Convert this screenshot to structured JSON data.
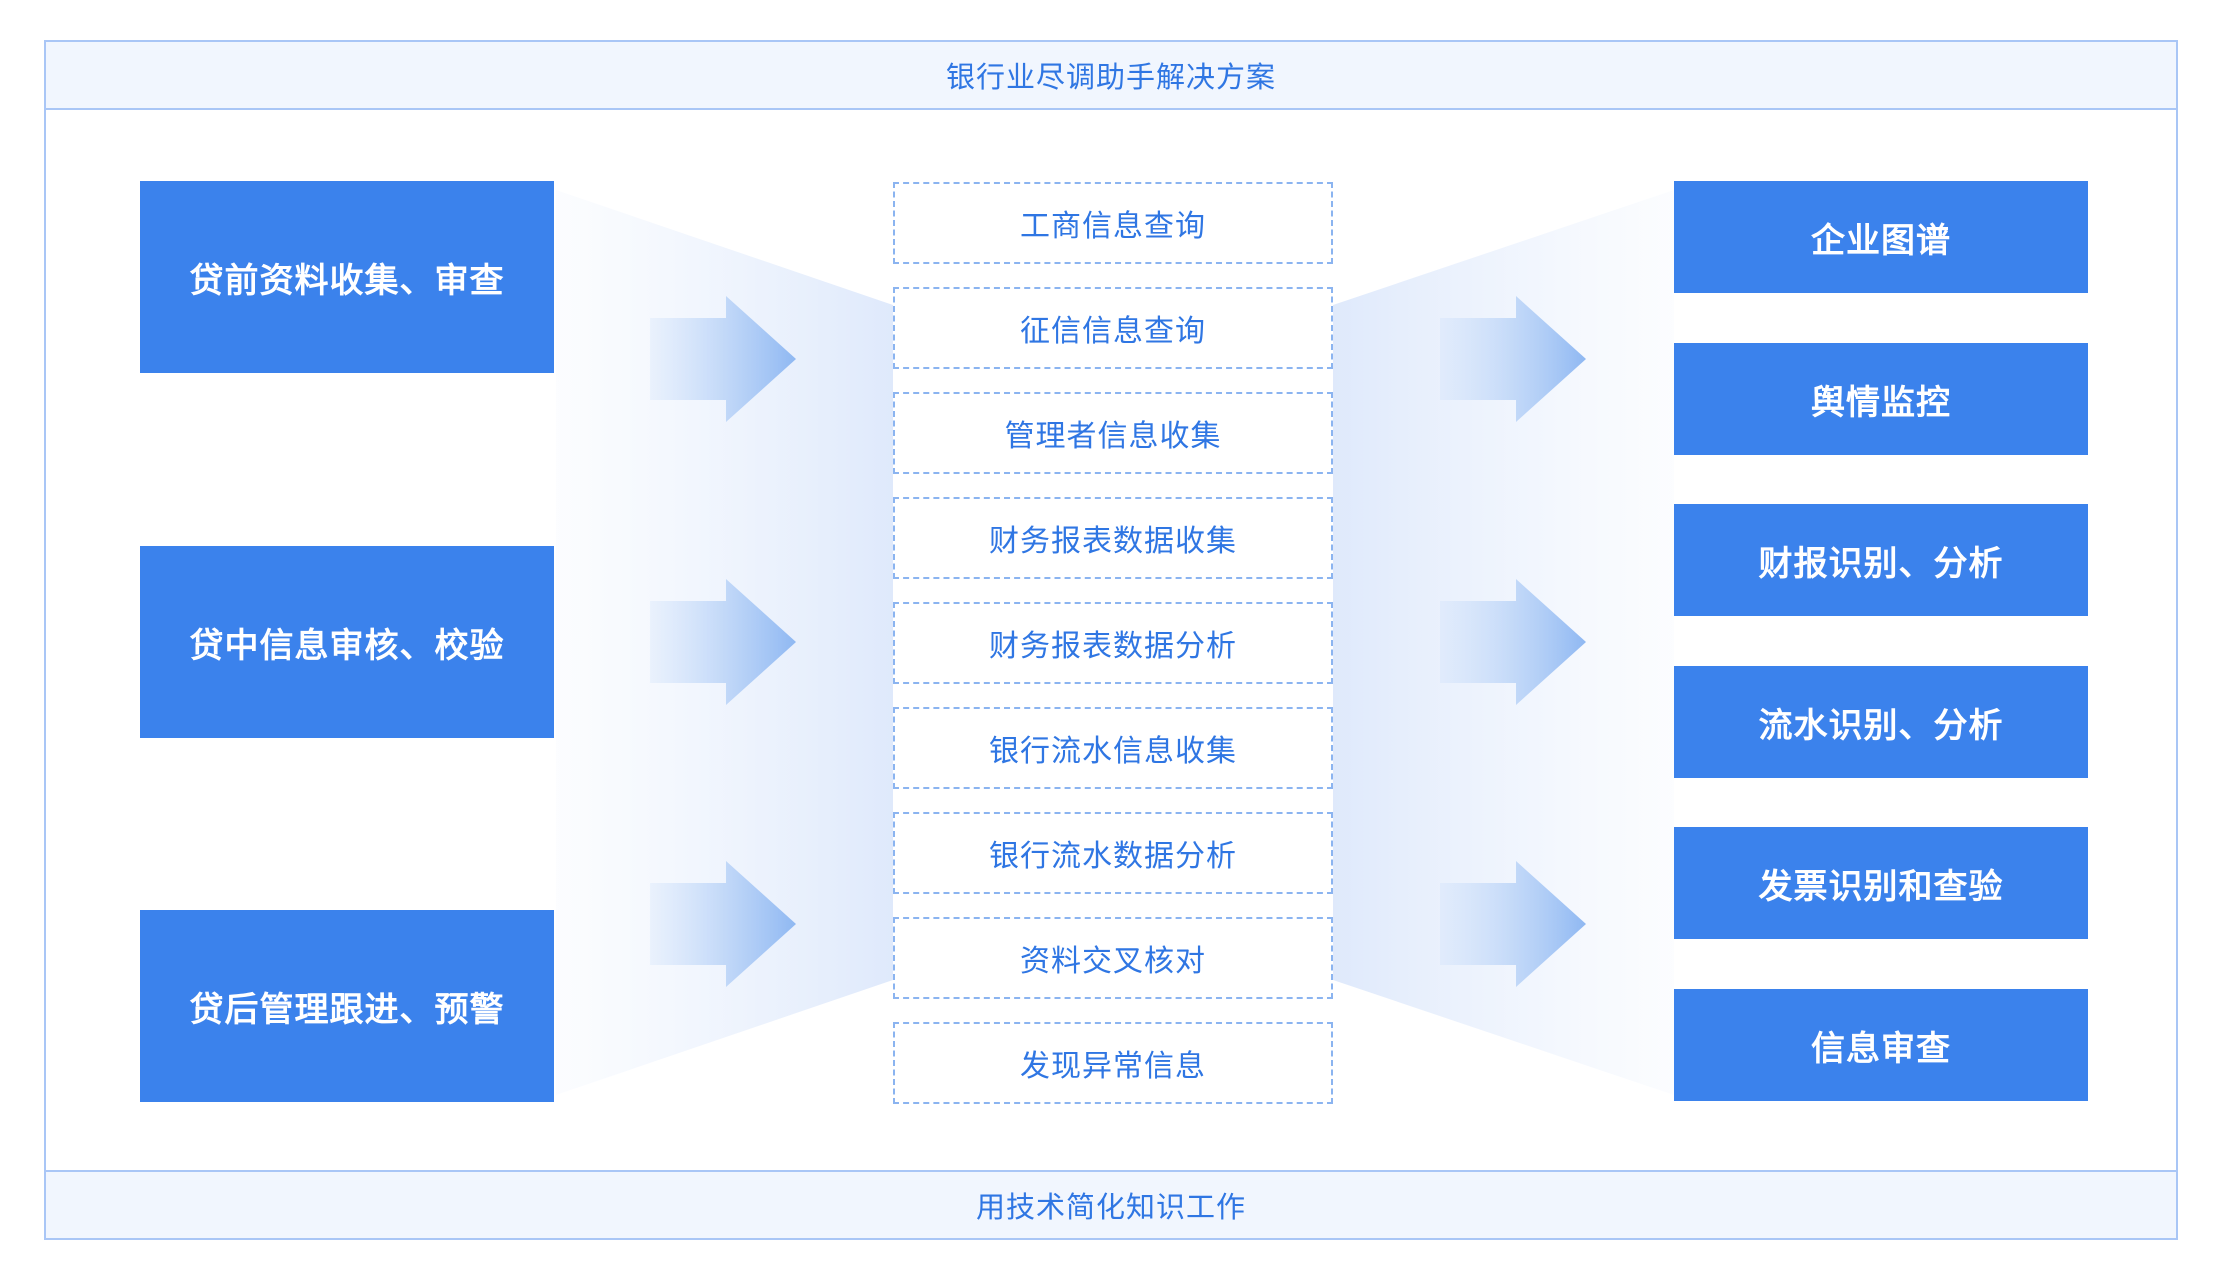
{
  "header": {
    "title": "银行业尽调助手解决方案"
  },
  "footer": {
    "title": "用技术简化知识工作"
  },
  "left": {
    "items": [
      {
        "label": "贷前资料收集、审查"
      },
      {
        "label": "贷中信息审核、校验"
      },
      {
        "label": "贷后管理跟进、预警"
      }
    ]
  },
  "middle": {
    "items": [
      {
        "label": "工商信息查询"
      },
      {
        "label": "征信信息查询"
      },
      {
        "label": "管理者信息收集"
      },
      {
        "label": "财务报表数据收集"
      },
      {
        "label": "财务报表数据分析"
      },
      {
        "label": "银行流水信息收集"
      },
      {
        "label": "银行流水数据分析"
      },
      {
        "label": "资料交叉核对"
      },
      {
        "label": "发现异常信息"
      }
    ]
  },
  "right": {
    "items": [
      {
        "label": "企业图谱"
      },
      {
        "label": "舆情监控"
      },
      {
        "label": "财报识别、分析"
      },
      {
        "label": "流水识别、分析"
      },
      {
        "label": "发票识别和查验"
      },
      {
        "label": "信息审查"
      }
    ]
  },
  "colors": {
    "accent": "#3b82ec",
    "text_blue": "#2f76e3",
    "border": "#a9c6f6",
    "dashed_border": "#8bb4f0"
  }
}
